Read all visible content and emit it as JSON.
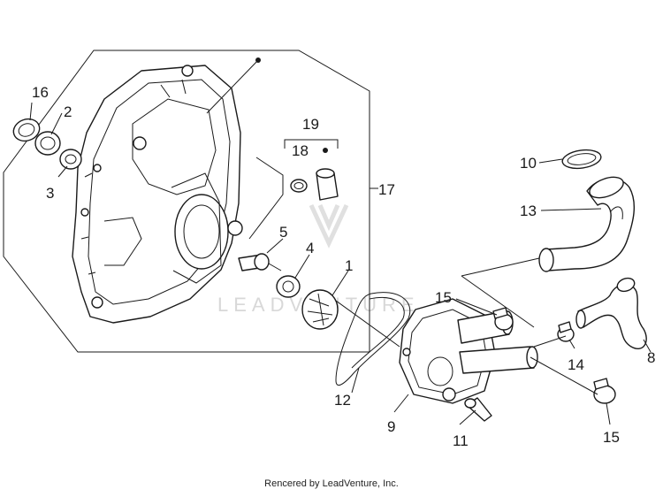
{
  "labels": {
    "p1": "1",
    "p2": "2",
    "p3": "3",
    "p4": "4",
    "p5": "5",
    "p8": "8",
    "p9": "9",
    "p10": "10",
    "p11": "11",
    "p12": "12",
    "p13": "13",
    "p14": "14",
    "p15a": "15",
    "p15b": "15",
    "p16": "16",
    "p17": "17",
    "p18": "18",
    "p19": "19"
  },
  "watermark": "LEADVENTURE",
  "footer": "Rencered by LeadVenture, Inc."
}
